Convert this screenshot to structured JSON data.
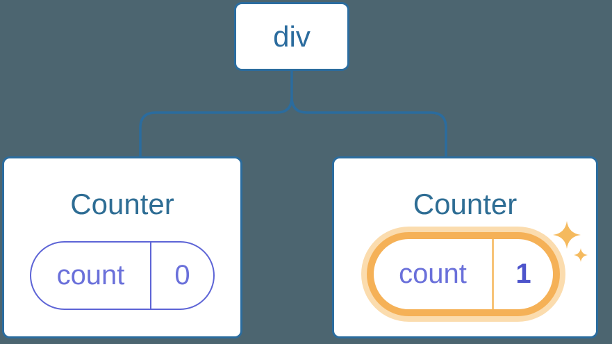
{
  "tree": {
    "root_label": "div",
    "nodes": [
      {
        "title": "Counter",
        "state_key": "count",
        "state_value": "0",
        "highlighted": false
      },
      {
        "title": "Counter",
        "state_key": "count",
        "state_value": "1",
        "highlighted": true
      }
    ]
  },
  "icons": {
    "sparkles": "two four-point stars marking the updated state pill"
  },
  "colors": {
    "background": "#4c6570",
    "line_blue": "#2b6c9e",
    "title_blue": "#2e6d94",
    "card_background": "#ffffff",
    "pill_purple": "#5d64d6",
    "pill_text_purple": "#6a70da",
    "value_bold_indigo": "#4d54cb",
    "highlight_orange": "#f5b157",
    "highlight_glow": "#fbdcae",
    "highlight_divider": "#f7c377",
    "sparkle_orange": "#f5ba5e"
  }
}
